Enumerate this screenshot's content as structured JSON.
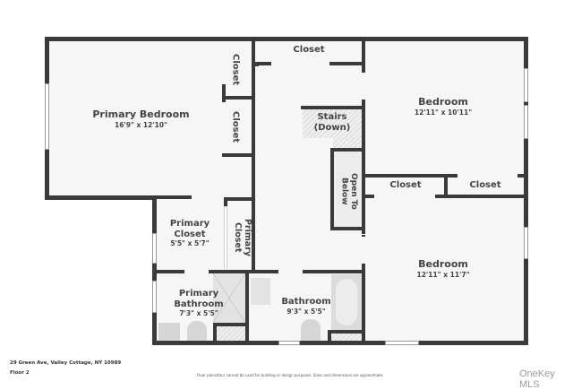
{
  "plan": {
    "floor_label": "Floor 2",
    "address": "29 Green Ave, Valley Cottage, NY 10989",
    "disclaimer": "Floor plans/tour cannot be used for building or design purposes. Sizes and dimensions are approximate.",
    "brand": "OneKey MLS",
    "wall_color": "#3a3a3a",
    "floor_color": "#f6f6f6"
  },
  "rooms": {
    "primary_bedroom": {
      "name": "Primary Bedroom",
      "dims": "16'9\" x 12'10\""
    },
    "closet_pb_top": {
      "name": "Closet"
    },
    "closet_pb_bottom": {
      "name": "Closet"
    },
    "closet_hall_top": {
      "name": "Closet"
    },
    "stairs": {
      "name": "Stairs",
      "sub": "(Down)"
    },
    "open_to_below": {
      "name": "Open To Below"
    },
    "bedroom_top": {
      "name": "Bedroom",
      "dims": "12'11\" x 10'11\""
    },
    "closet_br_left": {
      "name": "Closet"
    },
    "closet_br_right": {
      "name": "Closet"
    },
    "bedroom_bottom": {
      "name": "Bedroom",
      "dims": "12'11\" x 11'7\""
    },
    "primary_closet": {
      "name": "Primary Closet",
      "dims": "5'5\" x 5'7\""
    },
    "primary_closet_small": {
      "name": "Primary Closet"
    },
    "primary_bathroom": {
      "name": "Primary Bathroom",
      "dims": "7'3\" x 5'5\""
    },
    "bathroom": {
      "name": "Bathroom",
      "dims": "9'3\" x 5'5\""
    }
  }
}
